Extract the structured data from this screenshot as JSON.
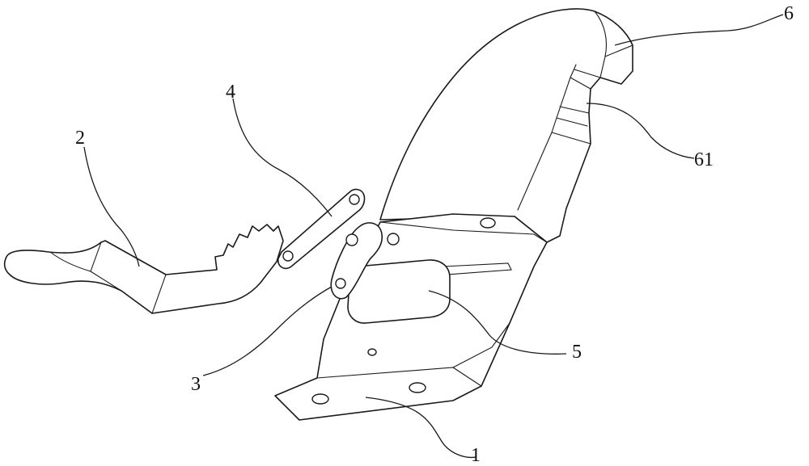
{
  "labels": {
    "l1": "1",
    "l2": "2",
    "l3": "3",
    "l4": "4",
    "l5": "5",
    "l6": "6",
    "l61": "61"
  }
}
